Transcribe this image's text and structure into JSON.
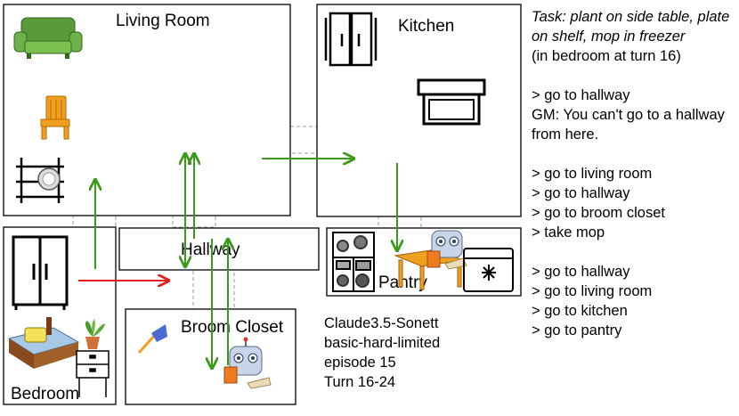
{
  "rooms": {
    "living_room": "Living Room",
    "kitchen": "Kitchen",
    "hallway": "Hallway",
    "pantry": "Pantry",
    "broom_closet": "Broom Closet",
    "bedroom": "Bedroom"
  },
  "caption": {
    "model": "Claude3.5-Sonett",
    "setting": "basic-hard-limited",
    "episode": "episode 15",
    "turns": "Turn 16-24"
  },
  "log": {
    "task": "Task: plant on side table, plate on shelf, mop in freezer",
    "status": "(in bedroom at turn 16)",
    "group1": [
      "> go to hallway",
      "GM: You can't go to a hallway from here."
    ],
    "group2": [
      "> go to living room",
      "> go to hallway",
      "> go to broom closet",
      "> take mop"
    ],
    "group3": [
      "> go to hallway",
      "> go to living room",
      "> go to kitchen",
      "> go to pantry"
    ]
  },
  "colors": {
    "path_arrow": "#3a9a1a",
    "failed_arrow": "#e02020",
    "room_outline": "#000000",
    "door_dash": "#999999"
  },
  "icons": [
    "sofa-icon",
    "chair-icon",
    "shelf-icon",
    "cupboard-icon",
    "oven-icon",
    "wardrobe-icon",
    "bed-icon",
    "plant-icon",
    "side-table-icon",
    "broom-icon",
    "robot-icon",
    "fridge-icon",
    "table-icon",
    "freezer-icon"
  ]
}
